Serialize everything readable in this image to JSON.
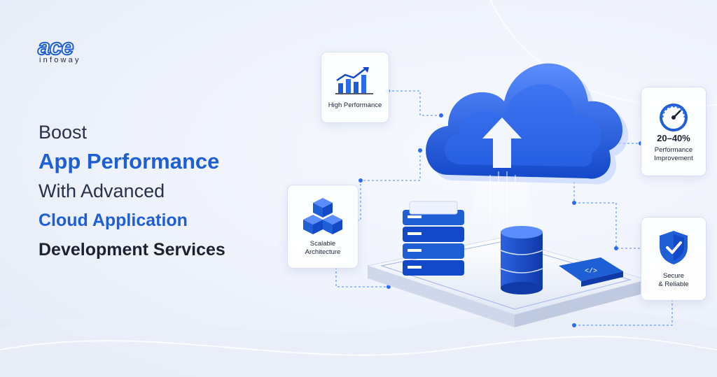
{
  "brand": {
    "logo_mark": "ace",
    "logo_sub": "infoway"
  },
  "headline": {
    "line1": "Boost",
    "line2": "App Performance",
    "line3": "With Advanced",
    "line4": "Cloud Application",
    "line5": "Development Services"
  },
  "cards": {
    "high_performance": {
      "label": "High Performance",
      "icon": "bar-chart-growth-icon"
    },
    "performance_improvement": {
      "value": "20–40%",
      "label_1": "Performance",
      "label_2": "Improvement",
      "icon": "speedometer-icon"
    },
    "scalable_architecture": {
      "label_1": "Scalable",
      "label_2": "Architecture",
      "icon": "cubes-icon"
    },
    "secure_reliable": {
      "label_1": "Secure",
      "label_2": "& Reliable",
      "icon": "shield-check-icon"
    }
  },
  "illustration": {
    "code_label": "</>"
  },
  "colors": {
    "primary": "#1f5fd6",
    "dark": "#1b2233",
    "accent_light": "#4a86ff"
  }
}
